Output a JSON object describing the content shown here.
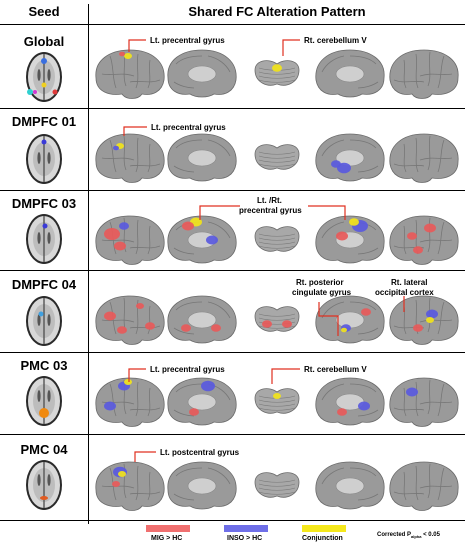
{
  "header": {
    "seed": "Seed",
    "pattern": "Shared FC Alteration Pattern"
  },
  "rows": [
    {
      "seed": "Global",
      "labels": [
        "Lt. precentral gyrus",
        "Rt. cerebellum V"
      ]
    },
    {
      "seed": "DMPFC 01",
      "labels": [
        "Lt. precentral gyrus"
      ]
    },
    {
      "seed": "DMPFC 03",
      "labels": [
        "Lt. /Rt.",
        "precentral gyrus"
      ]
    },
    {
      "seed": "DMPFC 04",
      "labels": [
        "Rt. posterior",
        "cingulate gyrus",
        "Rt. lateral",
        "occipital cortex"
      ]
    },
    {
      "seed": "PMC 03",
      "labels": [
        "Lt. precentral gyrus",
        "Rt. cerebellum V"
      ]
    },
    {
      "seed": "PMC 04",
      "labels": [
        "Lt. postcentral gyrus"
      ]
    }
  ],
  "legend": {
    "items": [
      {
        "label": "MIG > HC",
        "color": "#f07070"
      },
      {
        "label": "INSO > HC",
        "color": "#6f6fe8"
      },
      {
        "label": "Conjunction",
        "color": "#f5e81c"
      }
    ],
    "correction": "Corrected P",
    "correction_sub": "alpha",
    "correction_tail": " < 0.05"
  },
  "colors": {
    "red": "#e85a5a",
    "blue": "#5a5ade",
    "yellow": "#f2e41a",
    "cortex": "#9a9a9a"
  }
}
